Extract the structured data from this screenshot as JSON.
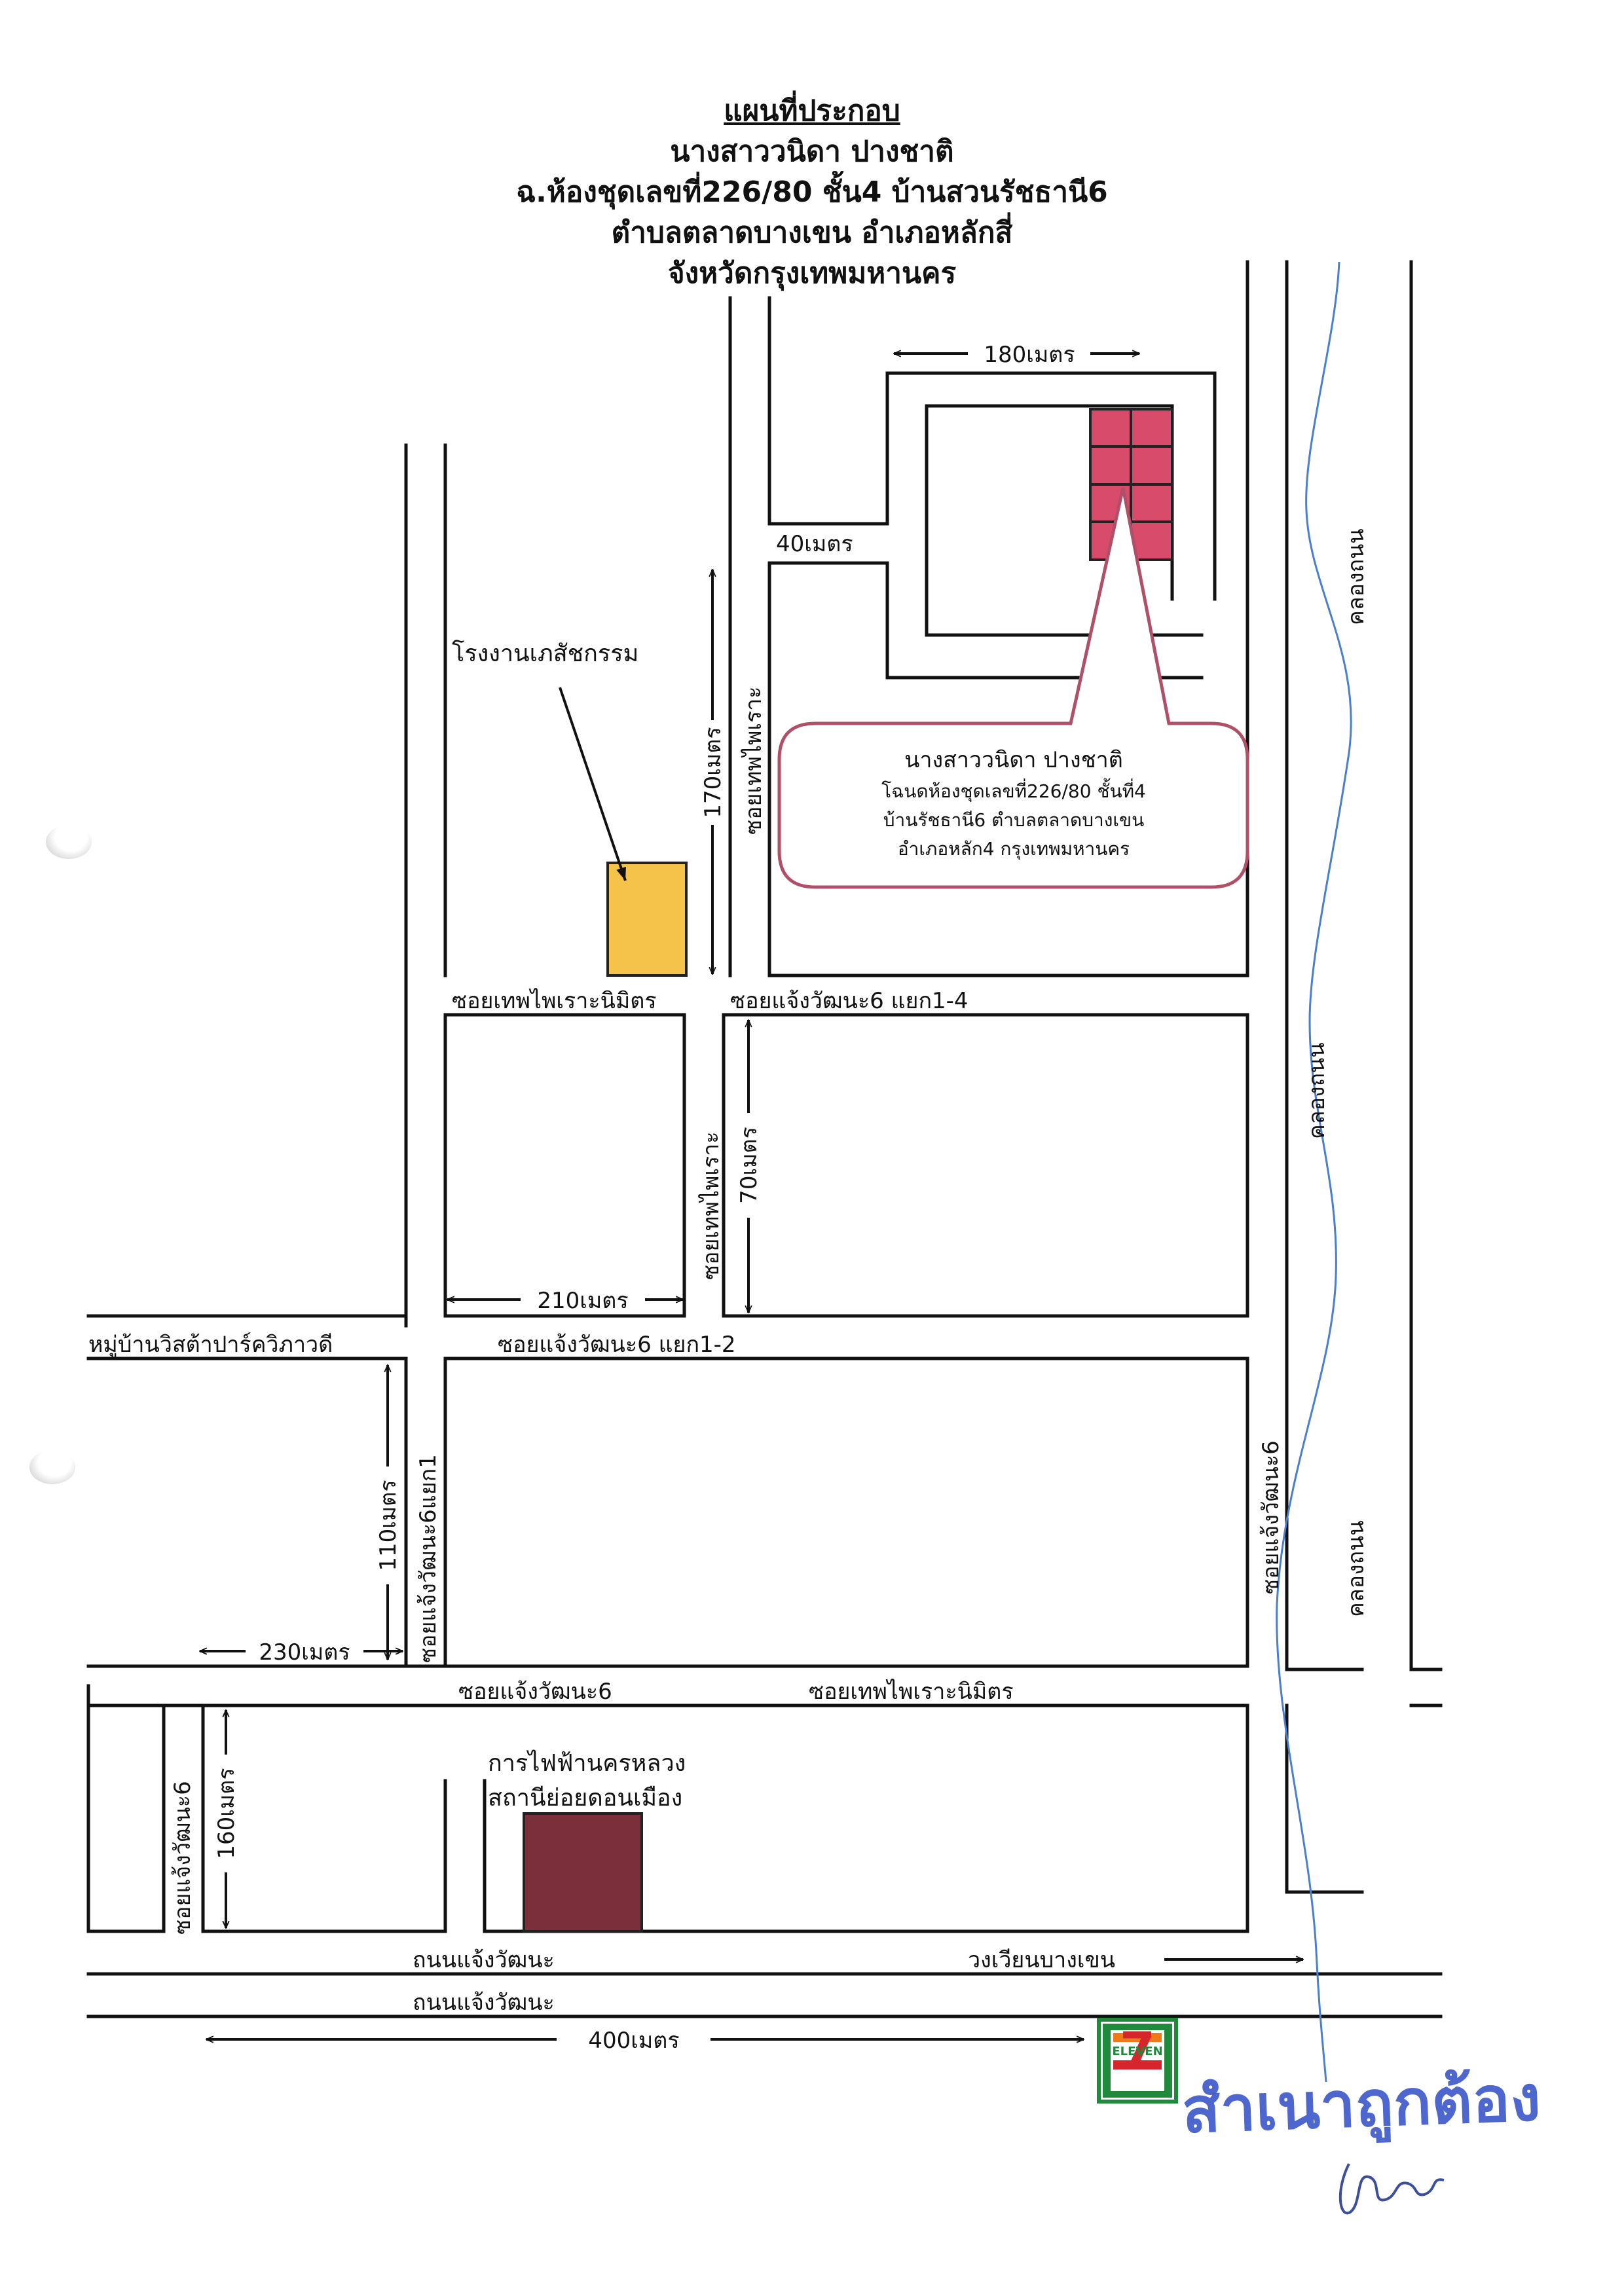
{
  "header": {
    "title": "แผนที่ประกอบ",
    "line2": "นางสาววนิดา ปางชาติ",
    "line3": "ฉ.ห้องชุดเลขที่226/80 ชั้น4 บ้านสวนรัชธานี6",
    "line4": "ตำบลตลาดบางเขน อำเภอหลักสี่",
    "line5": "จังหวัดกรุงเทพมหานคร"
  },
  "streets": {
    "soi_thepphairo_top": "ซอยเทพไพเราะ",
    "soi_thepphairo_mid": "ซอยเทพไพเราะ",
    "soi_thepphairo_nimit_upper": "ซอยเทพไพเราะนิมิตร",
    "soi_thepphairo_nimit_lower": "ซอยเทพไพเราะนิมิตร",
    "soi_6_1_4": "ซอยแจ้งวัฒนะ6 แยก1-4",
    "soi_6_1_2": "ซอยแจ้งวัฒนะ6 แยก1-2",
    "soi_6_1": "ซอยแจ้งวัฒนะ6แยก1",
    "soi_6_horizontal": "ซอยแจ้งวัฒนะ6",
    "soi_6_left": "ซอยแจ้งวัฒนะ6",
    "soi_6_right": "ซอยแจ้งวัฒนะ6",
    "thanon_1": "ถนนแจ้งวัฒนะ",
    "thanon_2": "ถนนแจ้งวัฒนะ",
    "canal_top": "คลองถนน",
    "canal_mid": "คลองถนน",
    "canal_bottom": "คลองถนน",
    "wongwian": "วงเวียนบางเขน",
    "village": "หมู่บ้านวิสต้าปาร์ควิภาวดี"
  },
  "distances": {
    "d180": "180เมตร",
    "d40": "40เมตร",
    "d170": "170เมตร",
    "d70": "70เมตร",
    "d210": "210เมตร",
    "d110": "110เมตร",
    "d230": "230เมตร",
    "d160": "160เมตร",
    "d400": "400เมตร"
  },
  "places": {
    "factory": "โรงงานเภสัชกรรม",
    "power_line1": "การไฟฟ้านครหลวง",
    "power_line2": "สถานีย่อยดอนเมือง"
  },
  "callout": {
    "line1": "นางสาววนิดา ปางชาติ",
    "line2": "โฉนดห้องชุดเลขที่226/80  ชั้นที่4",
    "line3": "บ้านรัชธานี6 ตำบลตลาดบางเขน",
    "line4": "อำเภอหลัก4 กรุงเทพมหานคร"
  },
  "store": {
    "logo_digit": "7",
    "logo_word": "ELEVEN"
  },
  "stamp": {
    "text": "สำเนาถูกต้อง"
  },
  "colors": {
    "condo_fill": "#d84b6b",
    "factory_fill": "#f5c24a",
    "substation_fill": "#7a2f3a",
    "callout_border": "#b05068",
    "canal_line": "#4a7ed0",
    "stamp_blue": "#3b57c9",
    "seven_green": "#1f8a3c",
    "seven_orange": "#f07a1a",
    "seven_red": "#d6262b"
  },
  "icons": [
    "seven-eleven-logo-icon",
    "signature-icon",
    "punch-hole-icon"
  ]
}
